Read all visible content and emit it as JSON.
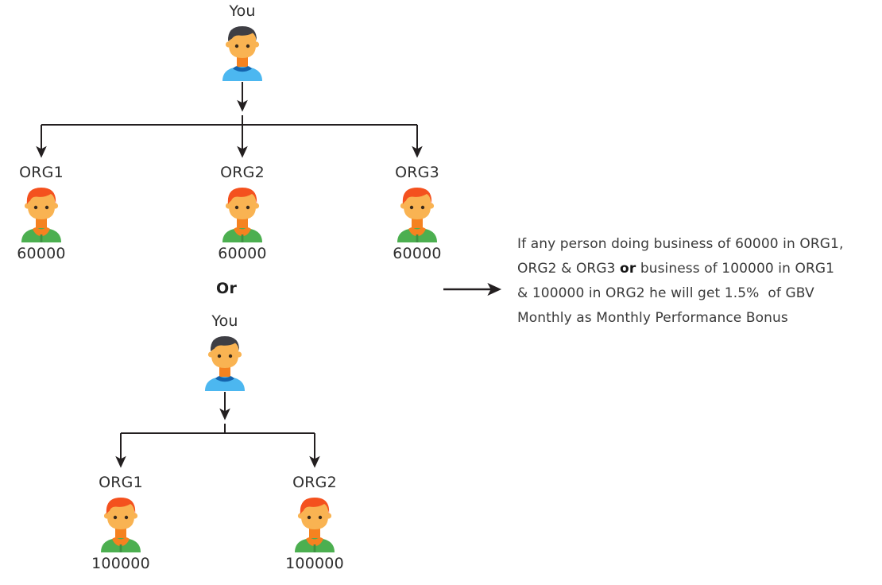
{
  "diagram": {
    "title_hidden": "",
    "root_label": "You",
    "or_label": "Or",
    "tier1": {
      "root": {
        "label": "You",
        "avatar": "person-blue-avatar"
      },
      "children": [
        {
          "label": "ORG1",
          "value": "60000",
          "avatar": "person-green-avatar"
        },
        {
          "label": "ORG2",
          "value": "60000",
          "avatar": "person-green-avatar"
        },
        {
          "label": "ORG3",
          "value": "60000",
          "avatar": "person-green-avatar"
        }
      ]
    },
    "tier2": {
      "root": {
        "label": "You",
        "avatar": "person-blue-avatar"
      },
      "children": [
        {
          "label": "ORG1",
          "value": "100000",
          "avatar": "person-green-avatar"
        },
        {
          "label": "ORG2",
          "value": "100000",
          "avatar": "person-green-avatar"
        }
      ]
    },
    "callout": {
      "arrow": "right-arrow-icon",
      "lines": [
        "If any person doing business of 60000 in ORG1,",
        "ORG2 & ORG3 ",
        "or",
        " business of 100000 in ORG1",
        "& 100000 in ORG2 he will get 1.5%  of GBV",
        "Monthly as Monthly Performance Bonus"
      ],
      "line1": "If any person doing business of 60000 in ORG1,",
      "line2_a": "ORG2 & ORG3 ",
      "line2_bold": "or",
      "line2_b": " business of 100000 in ORG1",
      "line3": "& 100000 in ORG2 he will get 1.5%  of GBV",
      "line4": "Monthly as Monthly Performance Bonus",
      "full_text": "If any person doing business of 60000 in ORG1, ORG2 & ORG3 or business of 100000 in ORG1 & 100000 in ORG2 he will get 1.5%  of GBV Monthly as Monthly Performance Bonus"
    }
  },
  "colors": {
    "background": "#ffffff",
    "line": "#231f20",
    "text": "#2f2f2f",
    "skin": "#f7a93f",
    "skin_light": "#f9b352",
    "hair_dark": "#3e3e44",
    "hair_orange": "#f4511e",
    "shirt_blue": "#4cb7f0",
    "shirt_blue_dark": "#1464ae",
    "shirt_green": "#4caf50",
    "shirt_green_dark": "#3d9142",
    "neck_orange": "#f58220"
  }
}
